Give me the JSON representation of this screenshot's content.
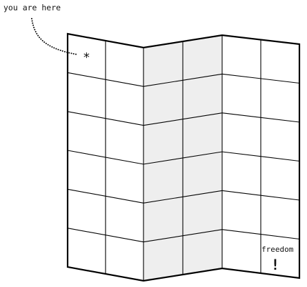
{
  "annotations": {
    "you_are_here": "you are here",
    "start_marker": "*",
    "goal_label": "freedom",
    "goal_marker": "!"
  },
  "colors": {
    "ink": "#000000",
    "shaded_panel": "#eeeeee",
    "background": "#ffffff"
  },
  "map": {
    "panels": 3,
    "columns_per_panel": 2,
    "rows": 6,
    "shaded_panel_index": 1
  }
}
